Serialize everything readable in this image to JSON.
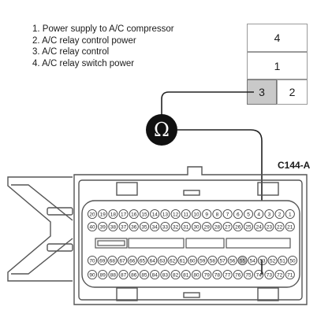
{
  "legend": [
    "1. Power supply to A/C compressor",
    "2. A/C relay control power",
    "3. A/C relay control",
    "4. A/C relay switch power"
  ],
  "relay_terminals": [
    "4",
    "1",
    "3",
    "2"
  ],
  "probe_terminal": "3",
  "meter": {
    "symbol": "Ω",
    "icon": "ohmmeter-icon"
  },
  "connector": {
    "label": "C144-A",
    "row1": [
      "20",
      "19",
      "18",
      "17",
      "16",
      "15",
      "14",
      "13",
      "12",
      "11",
      "10",
      "9",
      "8",
      "7",
      "6",
      "5",
      "4",
      "3",
      "2",
      "1"
    ],
    "row2": [
      "40",
      "39",
      "38",
      "37",
      "36",
      "35",
      "34",
      "33",
      "32",
      "31",
      "30",
      "29",
      "28",
      "27",
      "26",
      "25",
      "24",
      "23",
      "22",
      "21"
    ],
    "row3": [
      "70",
      "69",
      "68",
      "67",
      "66",
      "65",
      "64",
      "63",
      "62",
      "61",
      "60",
      "59",
      "58",
      "57",
      "56",
      "55",
      "54",
      "53",
      "52",
      "51",
      "50"
    ],
    "row4": [
      "90",
      "89",
      "88",
      "87",
      "86",
      "85",
      "84",
      "83",
      "82",
      "81",
      "80",
      "79",
      "78",
      "77",
      "76",
      "75",
      "74",
      "73",
      "72",
      "71"
    ],
    "probe_pin": "55"
  }
}
